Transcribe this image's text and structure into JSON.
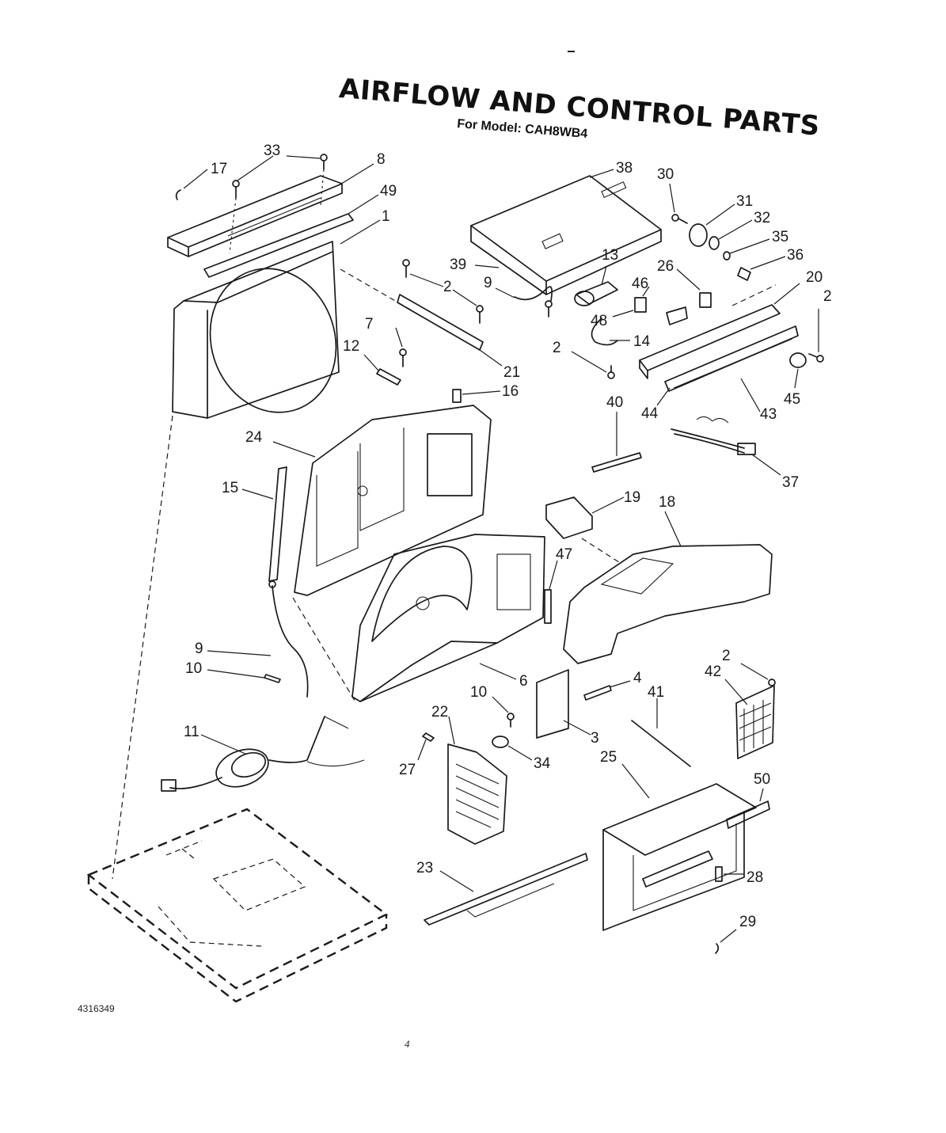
{
  "title": "AIRFLOW AND CONTROL PARTS",
  "subtitle": "For Model: CAH8WB4",
  "document_number": "4316349",
  "page_number": "4",
  "part_callouts": [
    "33",
    "17",
    "8",
    "49",
    "1",
    "38",
    "30",
    "31",
    "32",
    "35",
    "36",
    "39",
    "2",
    "9",
    "13",
    "26",
    "20",
    "46",
    "48",
    "7",
    "12",
    "14",
    "21",
    "16",
    "40",
    "44",
    "43",
    "45",
    "24",
    "15",
    "37",
    "19",
    "18",
    "47",
    "6",
    "10",
    "22",
    "27",
    "34",
    "3",
    "4",
    "41",
    "42",
    "11",
    "25",
    "50",
    "23",
    "28",
    "29"
  ]
}
